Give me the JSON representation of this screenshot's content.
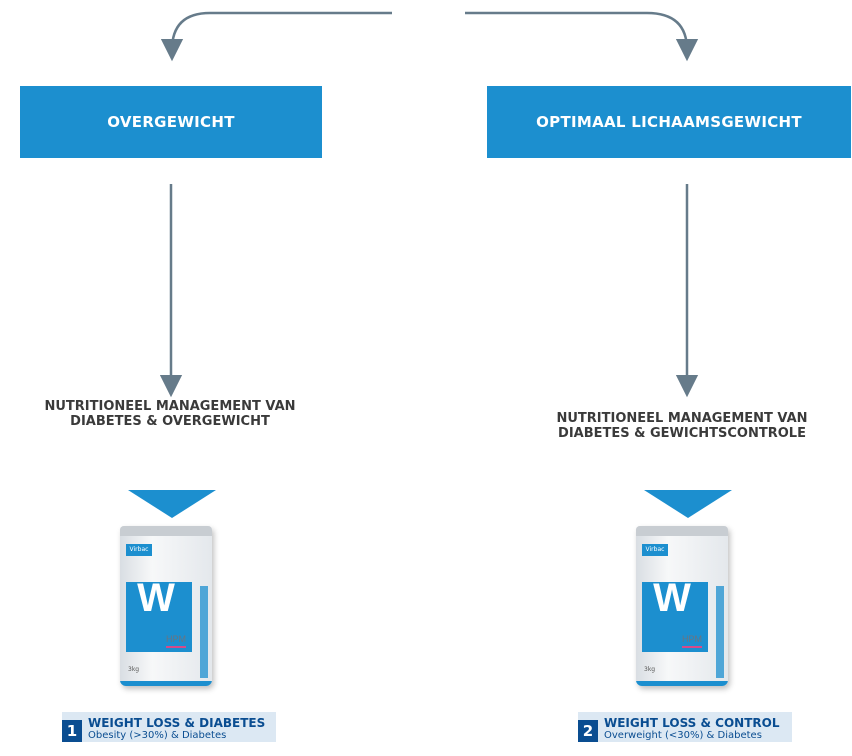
{
  "colors": {
    "accent": "#1c8fcf",
    "arrow": "#667b8a",
    "label_bg": "#dce8f3",
    "label_text": "#0a4d91"
  },
  "left": {
    "box_label": "OVERGEWICHT",
    "heading_line1": "NUTRITIONEEL MANAGEMENT VAN",
    "heading_line2": "DIABETES & OVERGEWICHT",
    "product": {
      "brand": "Virbac",
      "letter": "W",
      "hpm": "HPM",
      "size": "3kg"
    },
    "label_number": "1",
    "label_title": "WEIGHT LOSS & DIABETES",
    "label_subtitle": "Obesity (>30%) & Diabetes"
  },
  "right": {
    "box_label": "OPTIMAAL LICHAAMSGEWICHT",
    "heading_line1": "NUTRITIONEEL MANAGEMENT VAN",
    "heading_line2": "DIABETES & GEWICHTSCONTROLE",
    "product": {
      "brand": "Virbac",
      "letter": "W",
      "hpm": "HPM",
      "size": "3kg"
    },
    "label_number": "2",
    "label_title": "WEIGHT LOSS & CONTROL",
    "label_subtitle": "Overweight (<30%) & Diabetes"
  }
}
